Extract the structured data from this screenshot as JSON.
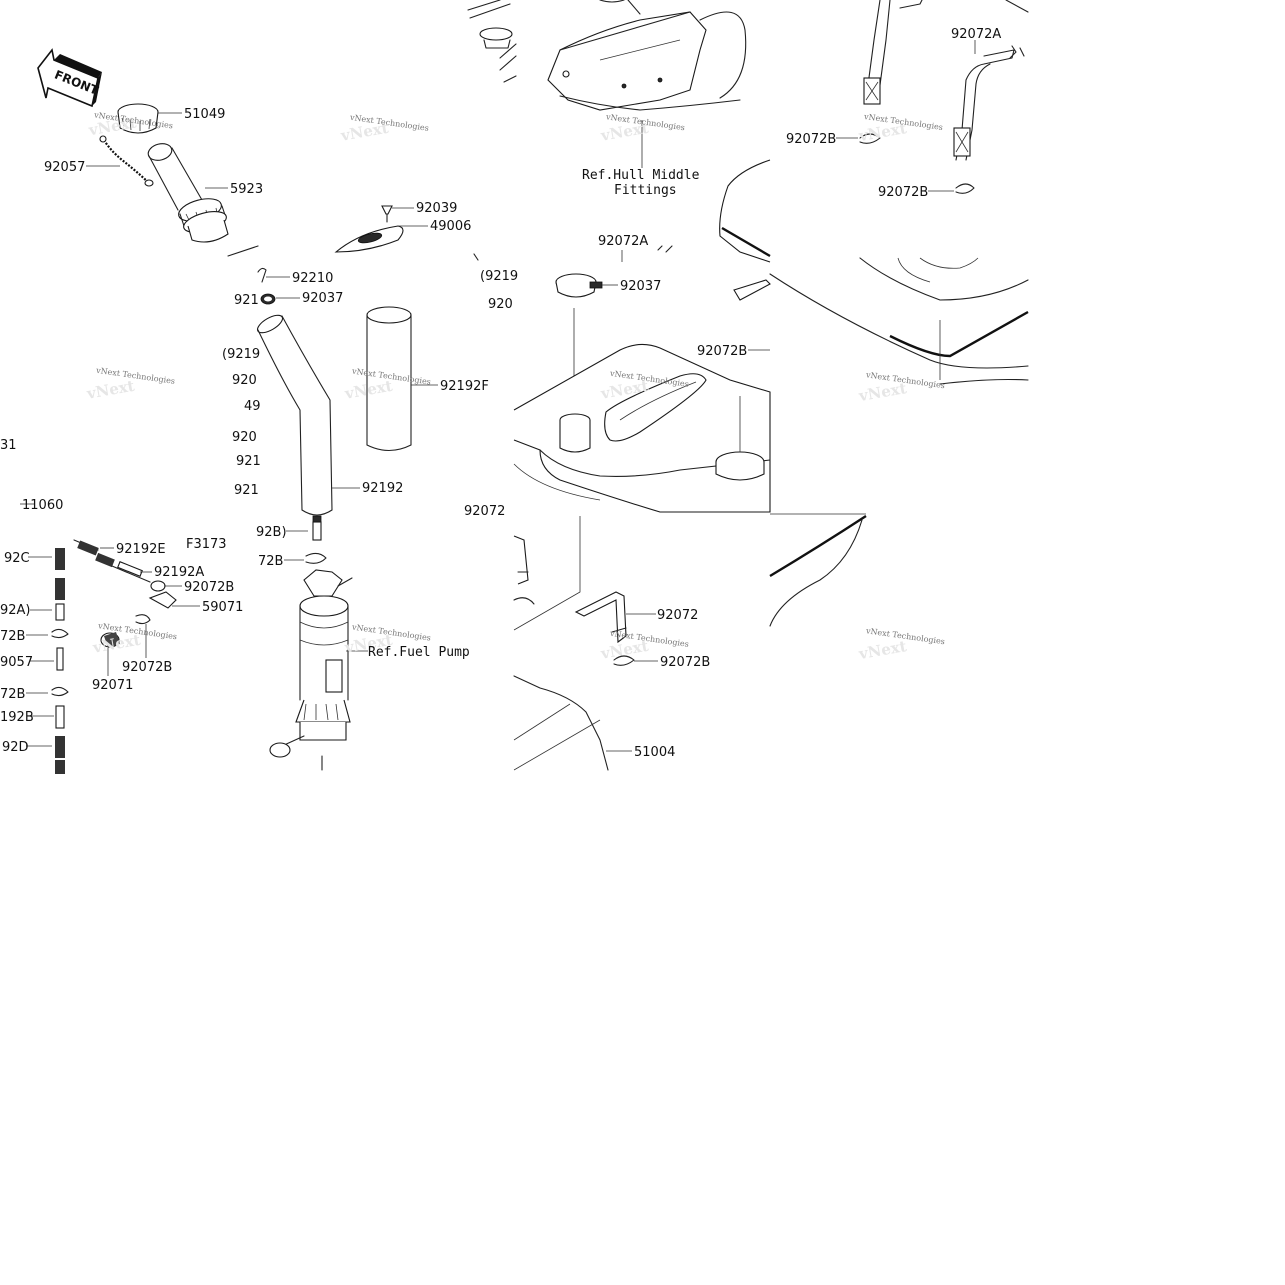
{
  "diagram": {
    "front_badge": "FRONT",
    "figure_code": "F3173",
    "watermark": "vNext Technologies",
    "references": [
      {
        "line1": "Ref.Hull Middle",
        "line2": "Fittings"
      },
      {
        "line1": "Ref.Fuel Pump",
        "line2": ""
      }
    ],
    "panel_a_labels": [
      "51049",
      "92057",
      "5923",
      "92039",
      "49006",
      "92210",
      "921",
      "92037",
      "(9219",
      "920",
      "49",
      "920",
      "921",
      "921",
      "92192F",
      "92192",
      "92B)",
      "72B",
      "31",
      "11060",
      "92C",
      "92192E",
      "92192A",
      "92072B",
      "59071",
      "92A)",
      "72B",
      "9057",
      "72B",
      "192B",
      "92D",
      "92072B",
      "92071"
    ],
    "panel_b_labels": [
      "92072A",
      "92037",
      "(9219",
      "920",
      "92072",
      "92072",
      "92072B",
      "51004"
    ],
    "panel_c_labels": [
      "92072A",
      "92072B",
      "92072B",
      "92072B"
    ]
  }
}
